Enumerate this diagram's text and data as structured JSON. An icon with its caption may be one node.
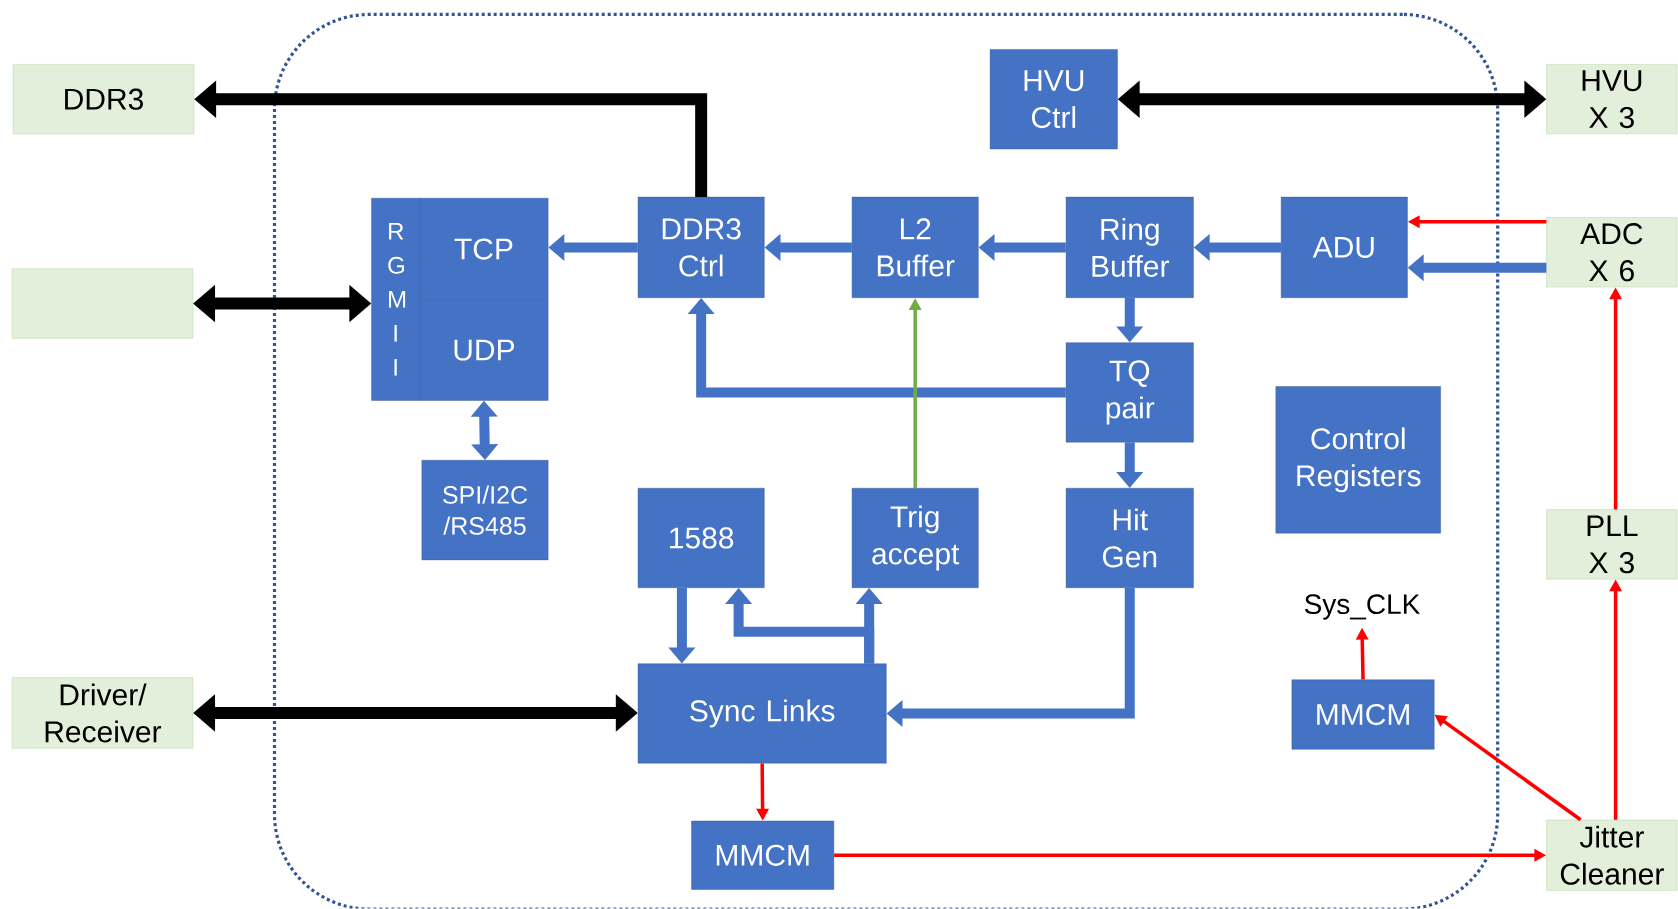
{
  "diagram": {
    "nodes": [
      {
        "text": [],
        "shape": "box"
      },
      {
        "text": [
          "DDR3"
        ]
      },
      {
        "text": [],
        "shape": "box"
      },
      {
        "text": [
          "Driver/ Receiver"
        ]
      },
      {
        "text": [
          "HVU X 3"
        ]
      },
      {
        "text": [
          "ADC X 6"
        ]
      },
      {
        "text": [
          "PLL X 3"
        ]
      },
      {
        "text": [
          "Jitter Cleaner"
        ]
      },
      {
        "text": [
          "HVU Ctrl"
        ],
        "in": 0
      },
      {
        "text": [
          "R G M I I"
        ],
        "in": 0
      },
      {
        "text": [
          "TCP"
        ],
        "in": 0
      },
      {
        "text": [
          "UDP"
        ],
        "in": 0
      },
      {
        "text": [
          "SPI/I2C /RS485"
        ],
        "in": 0
      },
      {
        "text": [
          "DDR3 Ctrl"
        ],
        "in": 0
      },
      {
        "text": [
          "L2 Buffer"
        ],
        "in": 0
      },
      {
        "text": [
          "Ring Buffer"
        ],
        "in": 0
      },
      {
        "text": [
          "ADU"
        ],
        "in": 0
      },
      {
        "text": [
          "TQ pair"
        ],
        "in": 0
      },
      {
        "text": [
          "Control Registers"
        ],
        "in": 0
      },
      {
        "text": [
          "1588"
        ],
        "in": 0
      },
      {
        "text": [
          "Trig accept"
        ],
        "in": 0
      },
      {
        "text": [
          "Hit Gen"
        ],
        "in": 0
      },
      {
        "text": [
          "Sync Links"
        ],
        "in": 0
      },
      {
        "text": [
          "MMCM"
        ],
        "in": 0
      },
      {
        "text": [
          "MMCM"
        ],
        "in": 0
      },
      {
        "text": [
          "Sys_CLK"
        ],
        "in": 0
      }
    ],
    "edges": [
      {
        "from": 13,
        "to": 1,
        "arrow": "to",
        "color": "#000000"
      },
      {
        "from": 2,
        "to": 9,
        "arrow": "both",
        "color": "#000000"
      },
      {
        "from": 3,
        "to": 22,
        "arrow": "both",
        "color": "#000000"
      },
      {
        "from": 8,
        "to": 4,
        "arrow": "both",
        "color": "#000000"
      },
      {
        "from": 13,
        "to": 10,
        "arrow": "to"
      },
      {
        "from": 14,
        "to": 13,
        "arrow": "to"
      },
      {
        "from": 15,
        "to": 14,
        "arrow": "to"
      },
      {
        "from": 16,
        "to": 15,
        "arrow": "to"
      },
      {
        "from": 5,
        "to": 16,
        "arrow": "to",
        "color": "#ff0000"
      },
      {
        "from": 5,
        "to": 16,
        "arrow": "to"
      },
      {
        "from": 15,
        "to": 17,
        "arrow": "to"
      },
      {
        "from": 17,
        "to": 13,
        "arrow": "to"
      },
      {
        "from": 17,
        "to": 21,
        "arrow": "to"
      },
      {
        "from": 20,
        "to": 14,
        "arrow": "to",
        "color": "#70ad47"
      },
      {
        "from": 11,
        "to": 12,
        "arrow": "both"
      },
      {
        "from": 19,
        "to": 22,
        "arrow": "to"
      },
      {
        "from": 22,
        "to": 19,
        "arrow": "to"
      },
      {
        "from": 22,
        "to": 20,
        "arrow": "to"
      },
      {
        "from": 21,
        "to": 22,
        "arrow": "to"
      },
      {
        "from": 22,
        "to": 24,
        "arrow": "to",
        "color": "#ff0000"
      },
      {
        "from": 24,
        "to": 7,
        "arrow": "to",
        "color": "#ff0000"
      },
      {
        "from": 7,
        "to": 23,
        "arrow": "to",
        "color": "#ff0000"
      },
      {
        "from": 7,
        "to": 6,
        "arrow": "to",
        "color": "#ff0000"
      },
      {
        "from": 6,
        "to": 5,
        "arrow": "to",
        "color": "#ff0000"
      },
      {
        "from": 23,
        "to": 25,
        "arrow": "to",
        "color": "#ff0000"
      }
    ]
  }
}
